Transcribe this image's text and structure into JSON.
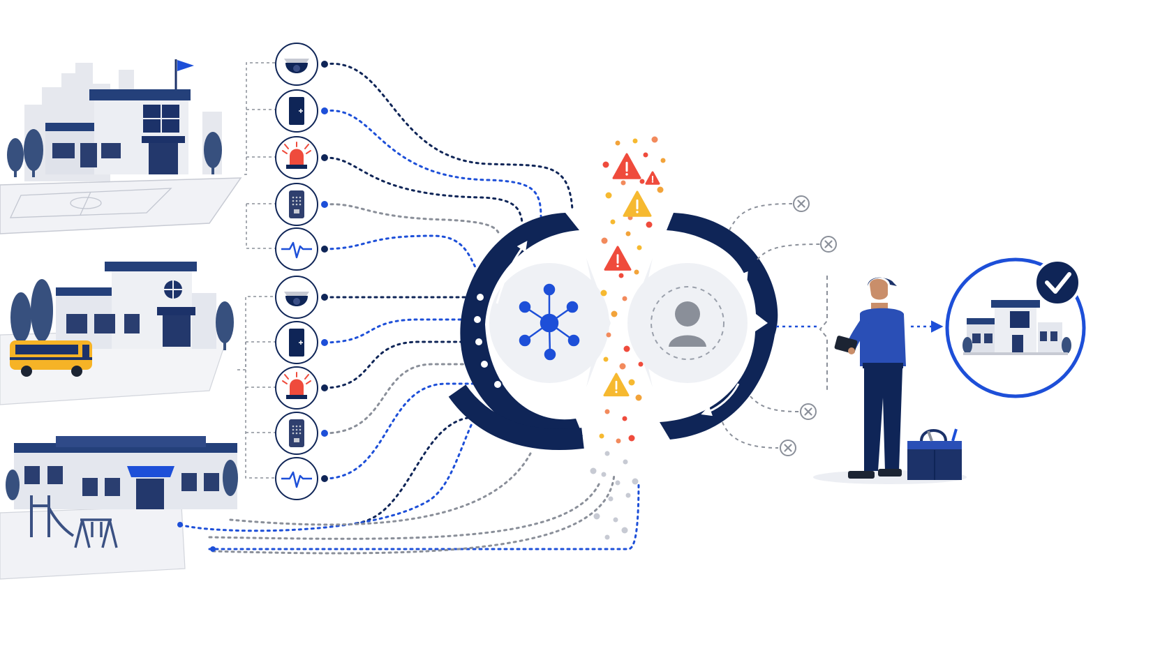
{
  "diagram": {
    "colors": {
      "navy": "#0f2557",
      "blue": "#1d4fd8",
      "mid_blue": "#2f55c9",
      "gray": "#8a8f99",
      "light_gray": "#e7e9ee",
      "red": "#ef4b3c",
      "orange": "#f2a33a",
      "yellow": "#f6b930",
      "white": "#ffffff"
    },
    "sites": [
      {
        "name": "school-with-flag-and-court",
        "icon": "school-building-icon"
      },
      {
        "name": "school-with-bus",
        "icon": "school-building-icon"
      },
      {
        "name": "school-with-playground",
        "icon": "school-building-icon"
      }
    ],
    "device_groups": [
      [
        "camera-icon",
        "door-access-icon",
        "alarm-beacon-icon",
        "intercom-panel-icon",
        "sensor-pulse-icon"
      ],
      [
        "camera-icon",
        "door-access-icon",
        "alarm-beacon-icon",
        "intercom-panel-icon",
        "sensor-pulse-icon"
      ]
    ],
    "hub_left_icon": "network-hub-icon",
    "hub_right_icon": "user-placeholder-icon",
    "gap_signals": [
      "warning-icon",
      "warning-icon",
      "warning-icon",
      "warning-icon",
      "warning-icon"
    ],
    "rejected_outputs": [
      "close-icon",
      "close-icon",
      "close-icon",
      "close-icon"
    ],
    "technician_icon": "technician-with-tablet-icon",
    "toolbox_icon": "toolbox-icon",
    "result_icon": "verified-building-icon",
    "result_badge_icon": "checkmark-icon"
  }
}
